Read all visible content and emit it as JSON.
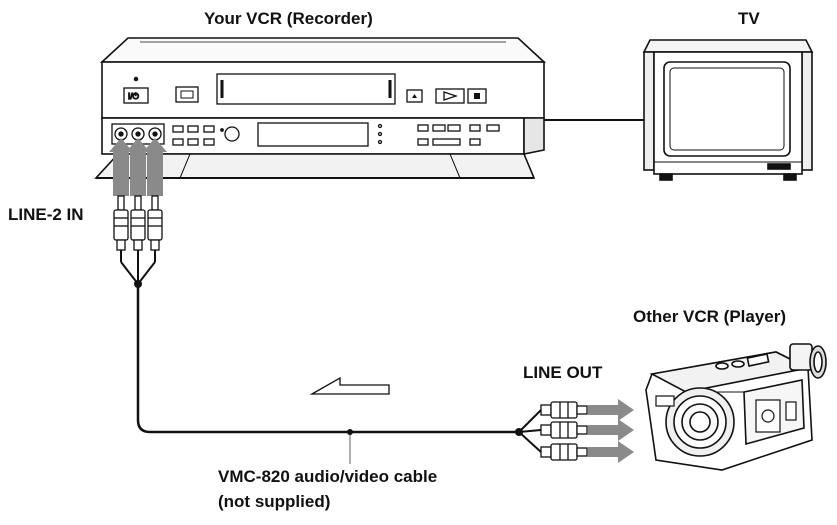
{
  "labels": {
    "recorder": "Your  VCR (Recorder)",
    "tv": "TV",
    "player": "Other VCR (Player)",
    "line_in": "LINE-2 IN",
    "line_out": "LINE OUT",
    "cable_line1": "VMC-820 audio/video cable",
    "cable_line2": "(not supplied)"
  },
  "vcr_controls": {
    "power_symbol": "I/⏻"
  },
  "colors": {
    "line": "#111111",
    "arrow_fill": "#8a8a8a",
    "device_fill": "#ffffff",
    "shade": "#e8e8e8"
  },
  "icons": {
    "flow_direction": "hollow-left-arrow",
    "signal_arrows": "grey-block-arrows"
  }
}
